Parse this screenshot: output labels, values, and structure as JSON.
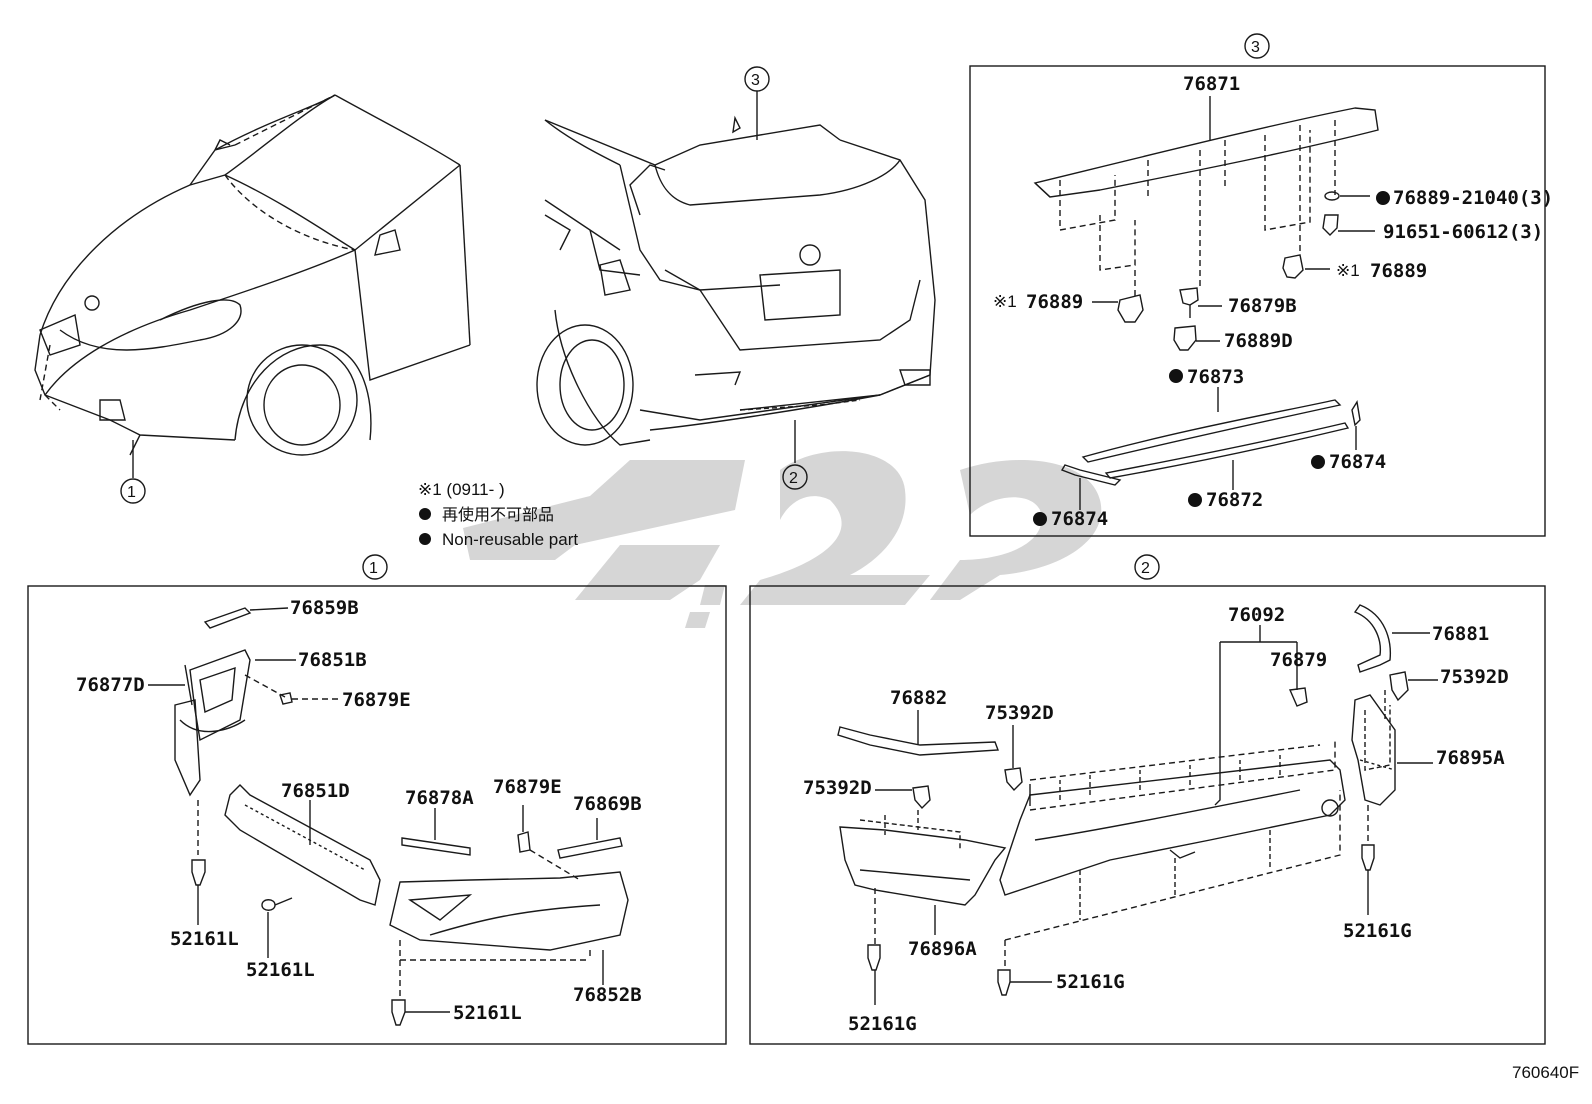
{
  "callouts": {
    "one": "①",
    "two": "②",
    "three": "③"
  },
  "notes": {
    "footnote_mark": "※1 (0911-        )",
    "jp_non_reusable": "再使用不可部品",
    "en_non_reusable": "Non-reusable part"
  },
  "diagram_code": "760640F",
  "box3_parts": {
    "p76871": "76871",
    "p76889_21040": "76889-21040(3)",
    "p91651": "91651-60612(3)",
    "p76889_right": "76889",
    "p76889_left": "76889",
    "mark_x1": "※1",
    "p76879B": "76879B",
    "p76889D": "76889D",
    "p76873": "76873",
    "p76874_right": "76874",
    "p76872": "76872",
    "p76874_left": "76874"
  },
  "box1_parts": {
    "p76859B": "76859B",
    "p76851B": "76851B",
    "p76877D": "76877D",
    "p76879E_a": "76879E",
    "p76851D": "76851D",
    "p76878A": "76878A",
    "p76879E_b": "76879E",
    "p76869B": "76869B",
    "p52161L_a": "52161L",
    "p52161L_b": "52161L",
    "p52161L_c": "52161L",
    "p76852B": "76852B"
  },
  "box2_parts": {
    "p76092": "76092",
    "p76881": "76881",
    "p76879": "76879",
    "p75392D_r": "75392D",
    "p76882": "76882",
    "p75392D_m": "75392D",
    "p75392D_l": "75392D",
    "p76895A": "76895A",
    "p52161G_r": "52161G",
    "p76896A": "76896A",
    "p52161G_m": "52161G",
    "p52161G_l": "52161G"
  },
  "colors": {
    "line": "#1a1a1a",
    "watermark": "#d6d6d6",
    "background": "#ffffff"
  }
}
